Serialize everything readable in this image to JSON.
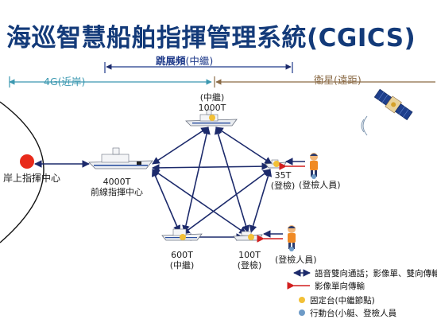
{
  "title": "海巡智慧船舶指揮管理系統(CGICS)",
  "relay": {
    "label": "跳展頻",
    "sub": "(中繼)"
  },
  "range_4g": "4G(近岸)",
  "range_sat": "衛星(遠距)",
  "shore": "岸上指揮中心",
  "nodes": {
    "top": {
      "line1": "(中繼)",
      "line2": "1000T"
    },
    "left": {
      "line1": "4000T",
      "line2": "前線指揮中心"
    },
    "right": {
      "line1": "35T",
      "line2": "(登檢)",
      "people": "(登檢人員)"
    },
    "bottom_left": {
      "line1": "600T",
      "line2": "(中繼)"
    },
    "bottom_right": {
      "line1": "100T",
      "line2": "(登檢)",
      "people": "(登檢人員)"
    }
  },
  "legend": {
    "voice": "語音雙向通話；影像單、雙向傳輸",
    "video": "影像單向傳輸",
    "fixed": "固定台(中繼節點)",
    "mobile": "行動台(小艇、登檢人員"
  },
  "colors": {
    "title": "#133a79",
    "network": "#1c2a6b",
    "video_link": "#d21f1f",
    "fixed_dot": "#f2c037",
    "mobile_dot": "#6e9bc7",
    "shore_dot": "#e82a1a"
  }
}
